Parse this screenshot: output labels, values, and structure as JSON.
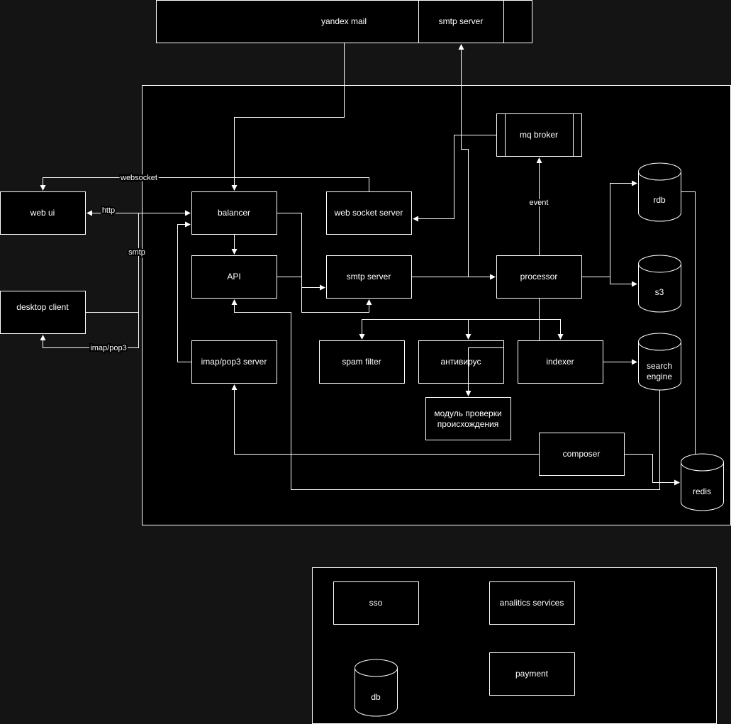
{
  "colors": {
    "background": "#141414",
    "box_fill": "#000000",
    "stroke": "#ffffff",
    "text": "#ffffff"
  },
  "top": {
    "yandex_mail": "yandex mail",
    "smtp_server": "smtp server"
  },
  "nodes": {
    "web_ui": "web ui",
    "desktop_client": "desktop client",
    "balancer": "balancer",
    "api": "API",
    "web_socket_server": "web socket server",
    "smtp_server": "smtp server",
    "mq_broker": "mq broker",
    "processor": "processor",
    "imap_pop3_server": "imap/pop3 server",
    "spam_filter": "spam filter",
    "antivirus": "антивирус",
    "indexer": "indexer",
    "origin_check_line1": "модуль проверки",
    "origin_check_line2": "происхождения",
    "composer": "composer"
  },
  "stores": {
    "rdb": "rdb",
    "s3": "s3",
    "search_engine_line1": "search",
    "search_engine_line2": "engine",
    "redis": "redis"
  },
  "edge_labels": {
    "websocket": "websocket",
    "http": "http",
    "smtp": "smtp",
    "imap_pop3": "imap/pop3",
    "event": "event"
  },
  "bottom": {
    "sso": "sso",
    "analytics": "analitics services",
    "payment": "payment",
    "db": "db"
  }
}
